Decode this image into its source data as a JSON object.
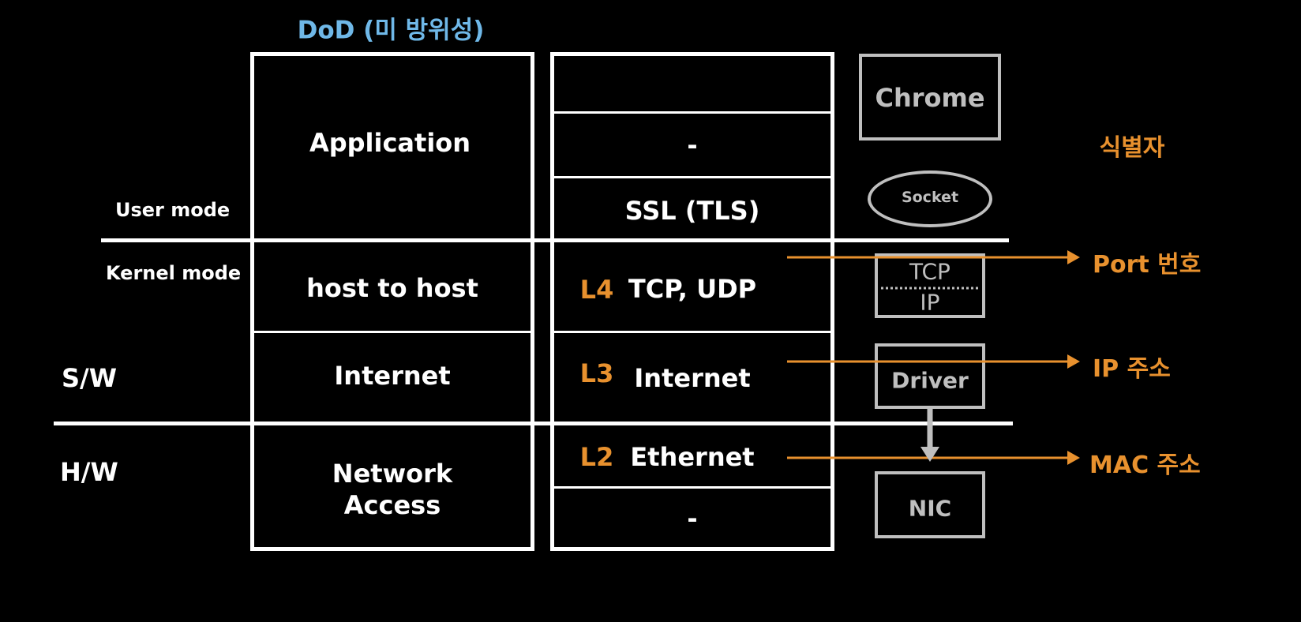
{
  "title": "DoD (미 방위성)",
  "mode_labels": {
    "user": "User mode",
    "kernel": "Kernel mode",
    "sw": "S/W",
    "hw": "H/W"
  },
  "dod_layers": [
    "Application",
    "host to host",
    "Internet",
    "Network",
    "Access"
  ],
  "osi_layers": {
    "row1": "",
    "row2": "-",
    "row3": "SSL (TLS)",
    "l4_tag": "L4",
    "l4_label": "TCP, UDP",
    "l3_tag": "L3",
    "l3_label": "Internet",
    "l2_tag": "L2",
    "l2_label": "Ethernet",
    "row_last": "-"
  },
  "components": {
    "chrome": "Chrome",
    "socket": "Socket",
    "tcp": "TCP",
    "ip": "IP",
    "driver": "Driver",
    "nic": "NIC"
  },
  "identifiers": {
    "heading": "식별자",
    "port": "Port 번호",
    "ip": "IP 주소",
    "mac": "MAC 주소"
  },
  "colors": {
    "accent": "#E8912E",
    "title": "#6FB8E8",
    "gray": "#BFBFBF",
    "line": "#FFFFFF"
  }
}
